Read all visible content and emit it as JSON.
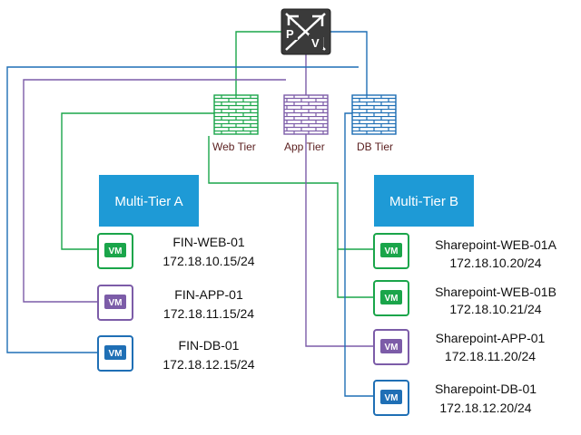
{
  "colors": {
    "web": "#1aa54a",
    "app": "#7c5ca8",
    "db": "#1f6fb5",
    "group_box": "#1e9ad6",
    "router_bg": "#3a3a3a"
  },
  "router": {
    "icon": "router-pv-icon",
    "p_letter": "P",
    "v_letter": "V"
  },
  "tiers": [
    {
      "id": "web",
      "label": "Web Tier",
      "icon": "firewall-icon"
    },
    {
      "id": "app",
      "label": "App Tier",
      "icon": "firewall-icon"
    },
    {
      "id": "db",
      "label": "DB Tier",
      "icon": "firewall-icon"
    }
  ],
  "groups": [
    {
      "id": "a",
      "label": "Multi-Tier A"
    },
    {
      "id": "b",
      "label": "Multi-Tier B"
    }
  ],
  "vms": [
    {
      "badge": "VM",
      "tier": "web",
      "name": "FIN-WEB-01",
      "ip": "172.18.10.15/24"
    },
    {
      "badge": "VM",
      "tier": "app",
      "name": "FIN-APP-01",
      "ip": "172.18.11.15/24"
    },
    {
      "badge": "VM",
      "tier": "db",
      "name": "FIN-DB-01",
      "ip": "172.18.12.15/24"
    },
    {
      "badge": "VM",
      "tier": "web",
      "name": "Sharepoint-WEB-01A",
      "ip": "172.18.10.20/24"
    },
    {
      "badge": "VM",
      "tier": "web",
      "name": "Sharepoint-WEB-01B",
      "ip": "172.18.10.21/24"
    },
    {
      "badge": "VM",
      "tier": "app",
      "name": "Sharepoint-APP-01",
      "ip": "172.18.11.20/24"
    },
    {
      "badge": "VM",
      "tier": "db",
      "name": "Sharepoint-DB-01",
      "ip": "172.18.12.20/24"
    }
  ]
}
